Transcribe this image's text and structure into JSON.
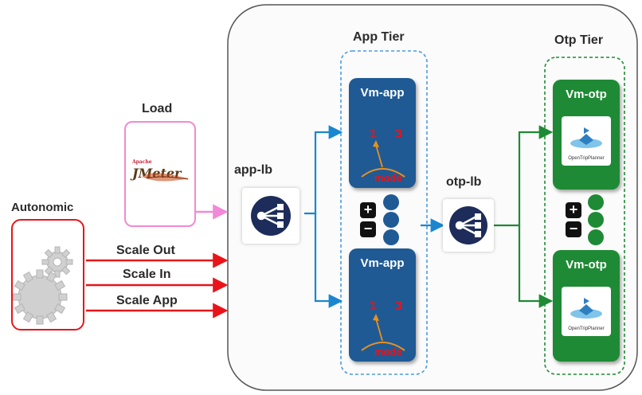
{
  "load": {
    "label": "Load",
    "logo_small": "Apache",
    "logo_text": "JMeter"
  },
  "autonomic": {
    "label": "Autonomic",
    "icon": "gears-icon"
  },
  "actions": [
    "Scale Out",
    "Scale In",
    "Scale App"
  ],
  "app_lb": {
    "label": "app-lb",
    "icon": "load-balancer-icon"
  },
  "otp_lb": {
    "label": "otp-lb",
    "icon": "load-balancer-icon"
  },
  "app_tier": {
    "title": "App Tier",
    "vms": [
      {
        "title": "Vm-app",
        "min": "1",
        "max": "3",
        "mode": "mode"
      },
      {
        "title": "Vm-app",
        "min": "1",
        "max": "3",
        "mode": "mode"
      }
    ],
    "controls": {
      "plus": "+",
      "minus": "−"
    }
  },
  "otp_tier": {
    "title": "Otp Tier",
    "vms": [
      {
        "title": "Vm-otp",
        "logo_text": "OpenTripPlanner"
      },
      {
        "title": "Vm-otp",
        "logo_text": "OpenTripPlanner"
      }
    ],
    "controls": {
      "plus": "+",
      "minus": "−"
    }
  },
  "colors": {
    "vm_app": "#1f5a94",
    "vm_otp": "#1f8a35",
    "arrow_red": "#e8141a",
    "arrow_pink": "#f08ad6",
    "arrow_blue": "#1a86cf",
    "arrow_green": "#1f8a35"
  }
}
